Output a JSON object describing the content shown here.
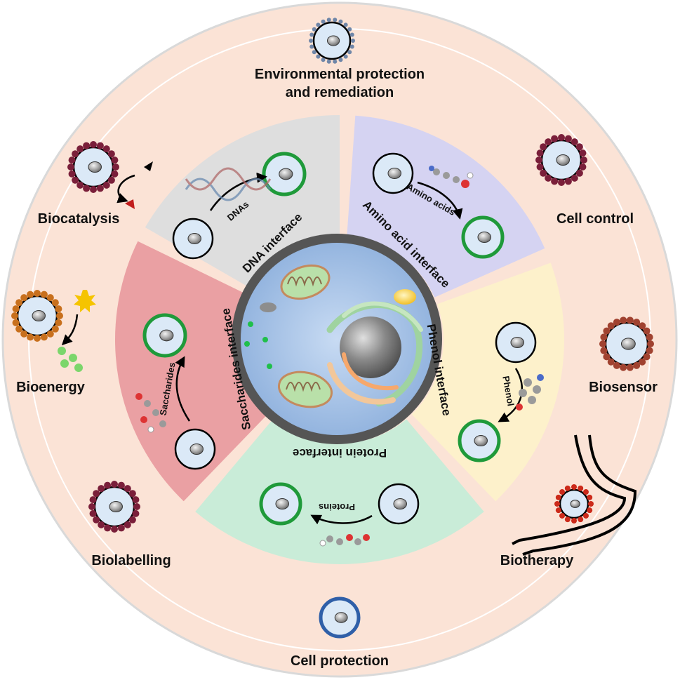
{
  "applications": {
    "environmental": {
      "line1": "Environmental protection",
      "line2": "and remediation"
    },
    "biocatalysis": "Biocatalysis",
    "cell_control": "Cell control",
    "bioenergy": "Bioenergy",
    "biosensor": "Biosensor",
    "biolabelling": "Biolabelling",
    "biotherapy": "Biotherapy",
    "cell_protection": "Cell protection"
  },
  "interfaces": {
    "dna": {
      "label": "DNA interface",
      "arrow": "DNAs"
    },
    "amino": {
      "label": "Amino acid interface",
      "arrow": "Amino acids"
    },
    "phenol": {
      "label": "Phenol interface",
      "arrow": "Phenol"
    },
    "protein": {
      "label": "Protein interface",
      "arrow": "Proteins"
    },
    "saccharides": {
      "label": "Saccharides interface",
      "arrow": "Saccharides"
    }
  },
  "colors": {
    "outer_ring": "#fbe3d6",
    "dna_sector": "#dedede",
    "amino_sector": "#d5d3f2",
    "phenol_sector": "#fdf1cb",
    "protein_sector": "#c9ecd8",
    "saccharides_sector": "#eaa0a3",
    "cell_body": "#dbe9f7",
    "coating_green": "#1f9a3a",
    "center_cell": "#a9c6ea"
  }
}
